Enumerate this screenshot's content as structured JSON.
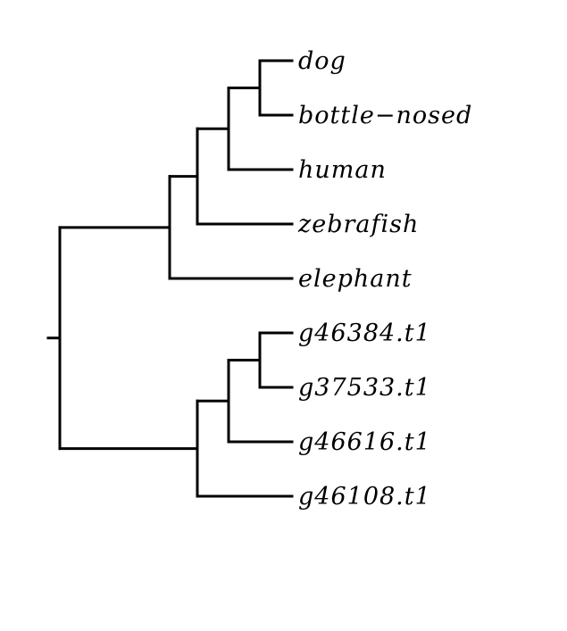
{
  "tree": {
    "line_color": "#000000",
    "background": "#ffffff",
    "root": {
      "children": [
        {
          "children": [
            {
              "children": [
                {
                  "children": [
                    {
                      "children": [
                        {
                          "label": "dog"
                        },
                        {
                          "label": "bottle−nosed"
                        }
                      ]
                    },
                    {
                      "label": "human"
                    }
                  ]
                },
                {
                  "label": "zebrafish"
                }
              ]
            },
            {
              "label": "elephant"
            }
          ]
        },
        {
          "children": [
            {
              "children": [
                {
                  "children": [
                    {
                      "label": "g46384.t1"
                    },
                    {
                      "label": "g37533.t1"
                    }
                  ]
                },
                {
                  "label": "g46616.t1"
                }
              ]
            },
            {
              "label": "g46108.t1"
            }
          ]
        }
      ]
    }
  }
}
